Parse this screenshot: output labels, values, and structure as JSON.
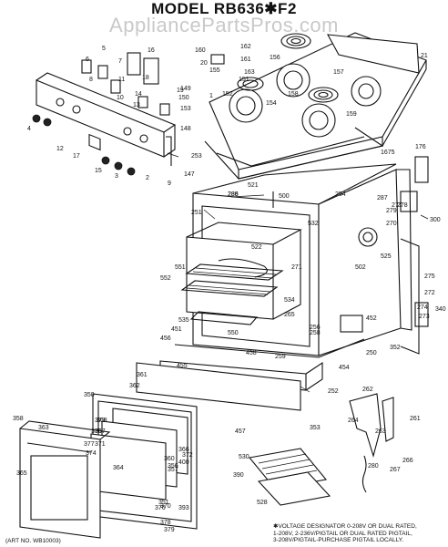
{
  "title": "MODEL RB636✱F2",
  "watermark": "AppliancePartsPros.com",
  "note_lines": [
    "✱VOLTAGE DESIGNATOR 0-208V OR DUAL RATED,",
    "1-208V, 2-236V/PIGTAIL OR DUAL RATED PIGTAIL,",
    "3-208V/PIGTAIL-PURCHASE PIGTAIL LOCALLY."
  ],
  "art_no": "(ART NO. WB10003)",
  "part_labels": [
    "1",
    "2",
    "3",
    "4",
    "5",
    "6",
    "7",
    "8",
    "9",
    "10",
    "11",
    "12",
    "13",
    "14",
    "15",
    "16",
    "17",
    "18",
    "19",
    "20",
    "21",
    "147",
    "148",
    "149",
    "150",
    "151",
    "152",
    "153",
    "154",
    "155",
    "156",
    "157",
    "158",
    "159",
    "160",
    "161",
    "162",
    "163",
    "176",
    "250",
    "251",
    "252",
    "253",
    "254",
    "256",
    "258",
    "259",
    "261",
    "262",
    "263",
    "264",
    "265",
    "266",
    "267",
    "270",
    "271",
    "272",
    "273",
    "274",
    "275",
    "277",
    "278",
    "279",
    "280",
    "286",
    "287",
    "288",
    "300",
    "340",
    "350",
    "351",
    "352",
    "353",
    "356",
    "357",
    "358",
    "360",
    "361",
    "362",
    "363",
    "364",
    "365",
    "366",
    "367",
    "368",
    "370",
    "371",
    "372",
    "373",
    "374",
    "375",
    "376",
    "377",
    "378",
    "379",
    "390",
    "393",
    "400",
    "451",
    "452",
    "454",
    "455",
    "456",
    "457",
    "458",
    "500",
    "502",
    "521",
    "522",
    "525",
    "528",
    "530",
    "532",
    "534",
    "535",
    "550",
    "551",
    "552",
    "1675"
  ]
}
